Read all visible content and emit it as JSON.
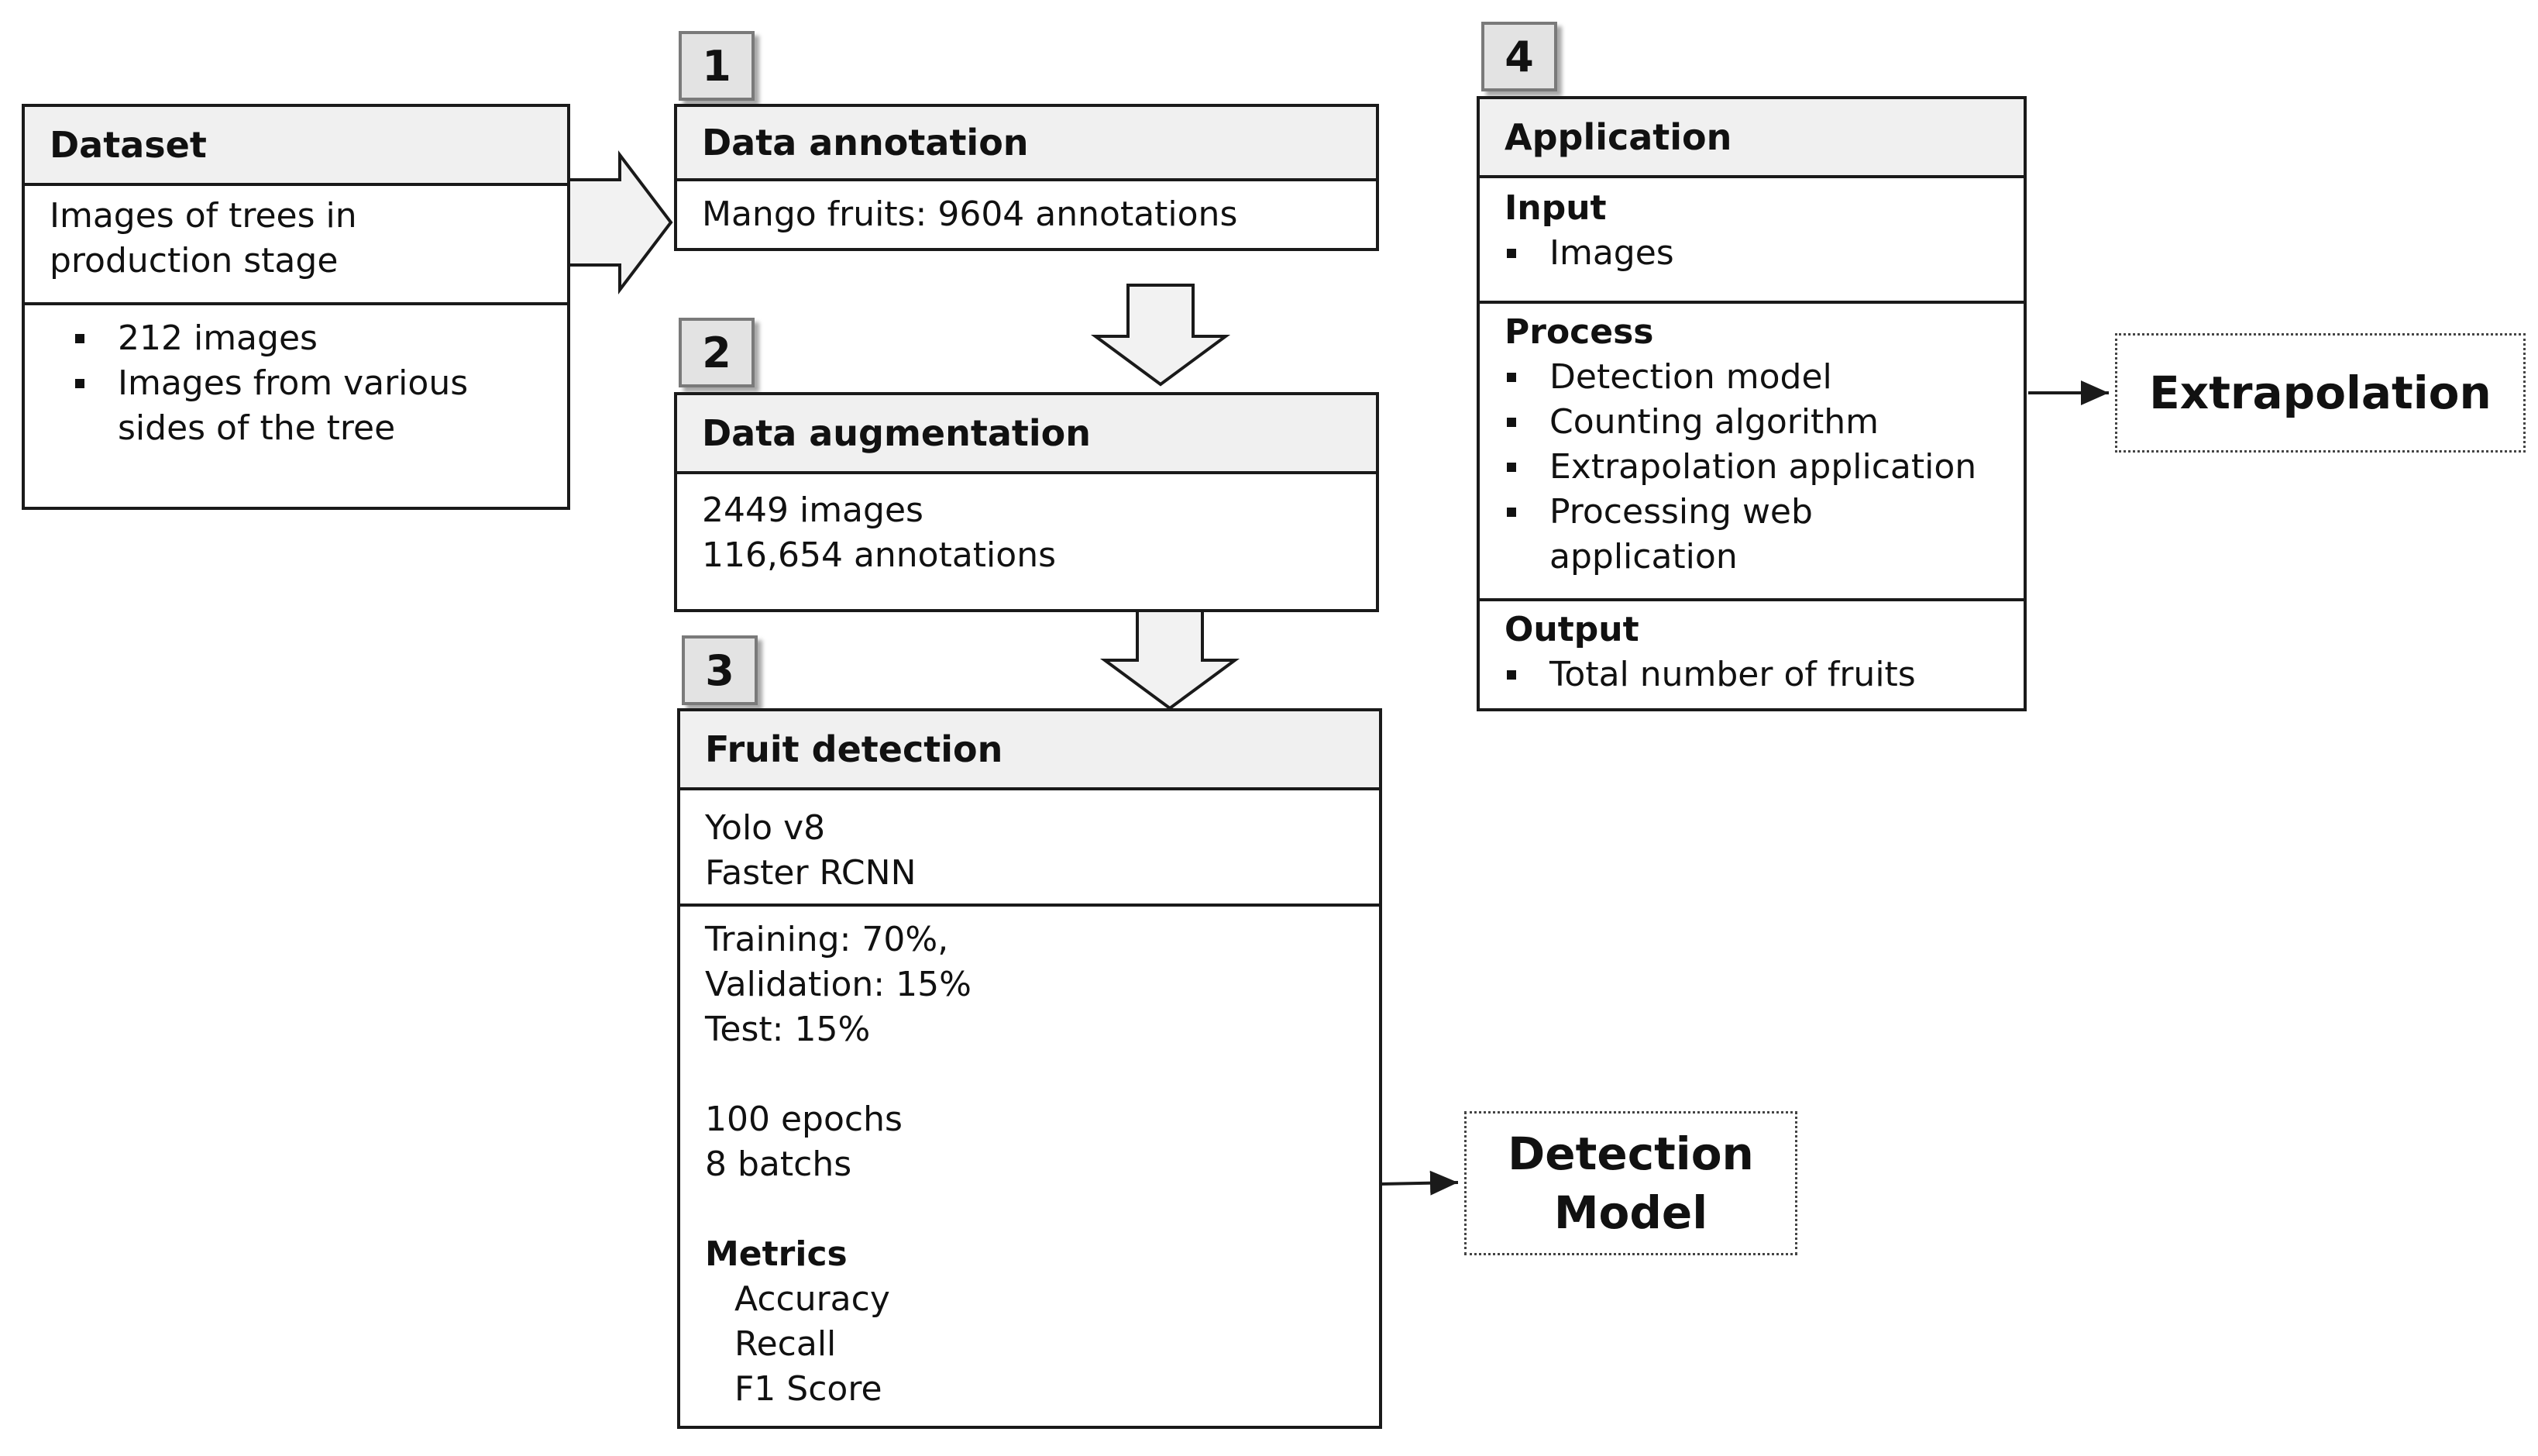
{
  "dataset": {
    "title": "Dataset",
    "description": "Images of trees in production stage",
    "bullets": [
      "212 images",
      "Images from various sides of the tree"
    ]
  },
  "step1": {
    "number": "1",
    "title": "Data annotation",
    "text": "Mango fruits: 9604 annotations"
  },
  "step2": {
    "number": "2",
    "title": "Data augmentation",
    "lines": [
      "2449 images",
      "116,654 annotations"
    ]
  },
  "step3": {
    "number": "3",
    "title": "Fruit detection",
    "models": [
      "Yolo v8",
      "Faster RCNN"
    ],
    "split": [
      "Training: 70%,",
      "Validation: 15%",
      "Test: 15%"
    ],
    "training": [
      "100 epochs",
      "8 batchs"
    ],
    "metrics_label": "Metrics",
    "metrics": [
      "Accuracy",
      "Recall",
      "F1 Score"
    ]
  },
  "step4": {
    "number": "4",
    "title": "Application",
    "input_label": "Input",
    "input_items": [
      "Images"
    ],
    "process_label": "Process",
    "process_items": [
      "Detection model",
      "Counting algorithm",
      "Extrapolation application",
      "Processing web application"
    ],
    "output_label": "Output",
    "output_items": [
      "Total number of fruits"
    ]
  },
  "outputs": {
    "extrapolation": "Extrapolation",
    "detection_model": "Detection Model"
  },
  "colors": {
    "header_fill": "#f0f0f0",
    "badge_fill": "#e3e3e3",
    "arrow_fill": "#f2f2f2",
    "line": "#1a1a1a"
  }
}
